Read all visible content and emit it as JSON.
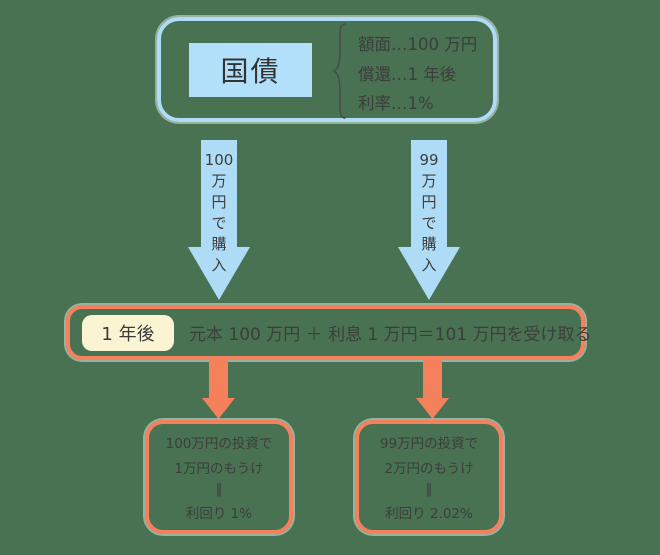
{
  "colors": {
    "background": "#487251",
    "blue": "#aedcf6",
    "blue_fill": "#b2e0fa",
    "orange": "#f5815c",
    "cream_badge": "#fbf4d3",
    "text": "#3d3d3d"
  },
  "bond_panel": {
    "title": "国債",
    "details": [
      "額面…100 万円",
      "償還…1 年後",
      "利率…1%"
    ]
  },
  "purchase_arrows": {
    "left_label": "100\n万\n円\nで\n購\n入",
    "right_label": "99\n万\n円\nで\n購\n入"
  },
  "maturity_bar": {
    "badge": "1 年後",
    "equation": "元本 100 万円 ＋ 利息 1 万円＝101 万円を受け取る"
  },
  "result_boxes": {
    "left": {
      "lines": [
        "100万円の投資で",
        "1万円のもうけ",
        "‖",
        "利回り 1%"
      ]
    },
    "right": {
      "lines": [
        "99万円の投資で",
        "2万円のもうけ",
        "‖",
        "利回り 2.02%"
      ]
    }
  }
}
